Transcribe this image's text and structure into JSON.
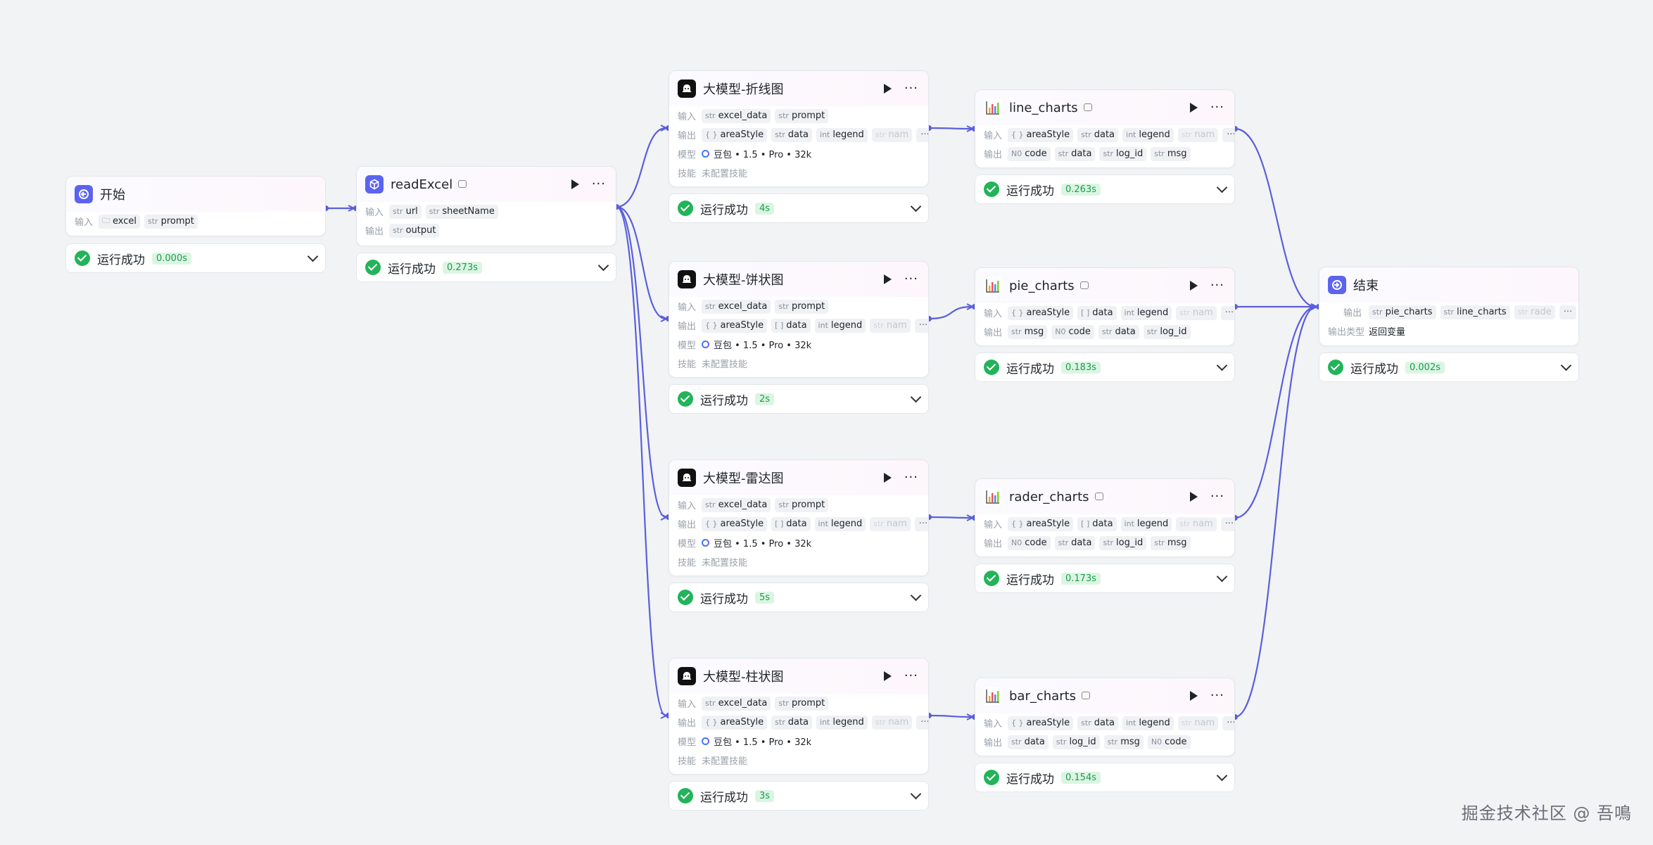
{
  "colors": {
    "edge": "#5a5fdc",
    "success": "#23b35a",
    "success_badge_bg": "#dcf5e3",
    "success_badge_text": "#1a9e4b",
    "accent": "#5b63f0"
  },
  "nodes": {
    "start": {
      "title": "开始",
      "icon": "start-icon",
      "input_label": "输入",
      "inputs": [
        {
          "type": "",
          "name": "excel",
          "icon": "folder-icon"
        },
        {
          "type": "str",
          "name": "prompt"
        }
      ],
      "status": "运行成功",
      "time": "0.000s"
    },
    "read_excel": {
      "title": "readExcel",
      "icon": "cube-icon",
      "input_label": "输入",
      "output_label": "输出",
      "inputs": [
        {
          "type": "str",
          "name": "url"
        },
        {
          "type": "str",
          "name": "sheetName"
        }
      ],
      "outputs": [
        {
          "type": "str",
          "name": "output"
        }
      ],
      "status": "运行成功",
      "time": "0.273s"
    },
    "llm_line": {
      "title": "大模型-折线图",
      "icon": "llm-icon",
      "input_label": "输入",
      "output_label": "输出",
      "model_label": "模型",
      "skill_label": "技能",
      "inputs": [
        {
          "type": "str",
          "name": "excel_data"
        },
        {
          "type": "str",
          "name": "prompt"
        }
      ],
      "outputs": [
        {
          "type": "{ }",
          "name": "areaStyle"
        },
        {
          "type": "str",
          "name": "data"
        },
        {
          "type": "int",
          "name": "legend"
        },
        {
          "type": "str",
          "name": "nam"
        }
      ],
      "more": "···",
      "model": "豆包 • 1.5 • Pro • 32k",
      "skill": "未配置技能",
      "status": "运行成功",
      "time": "4s"
    },
    "llm_pie": {
      "title": "大模型-饼状图",
      "icon": "llm-icon",
      "input_label": "输入",
      "output_label": "输出",
      "model_label": "模型",
      "skill_label": "技能",
      "inputs": [
        {
          "type": "str",
          "name": "excel_data"
        },
        {
          "type": "str",
          "name": "prompt"
        }
      ],
      "outputs": [
        {
          "type": "{ }",
          "name": "areaStyle"
        },
        {
          "type": "[ ]",
          "name": "data"
        },
        {
          "type": "int",
          "name": "legend"
        },
        {
          "type": "str",
          "name": "nam"
        }
      ],
      "more": "···",
      "model": "豆包 • 1.5 • Pro • 32k",
      "skill": "未配置技能",
      "status": "运行成功",
      "time": "2s"
    },
    "llm_radar": {
      "title": "大模型-雷达图",
      "icon": "llm-icon",
      "input_label": "输入",
      "output_label": "输出",
      "model_label": "模型",
      "skill_label": "技能",
      "inputs": [
        {
          "type": "str",
          "name": "excel_data"
        },
        {
          "type": "str",
          "name": "prompt"
        }
      ],
      "outputs": [
        {
          "type": "{ }",
          "name": "areaStyle"
        },
        {
          "type": "[ ]",
          "name": "data"
        },
        {
          "type": "int",
          "name": "legend"
        },
        {
          "type": "str",
          "name": "nam"
        }
      ],
      "more": "···",
      "model": "豆包 • 1.5 • Pro • 32k",
      "skill": "未配置技能",
      "status": "运行成功",
      "time": "5s"
    },
    "llm_bar": {
      "title": "大模型-柱状图",
      "icon": "llm-icon",
      "input_label": "输入",
      "output_label": "输出",
      "model_label": "模型",
      "skill_label": "技能",
      "inputs": [
        {
          "type": "str",
          "name": "excel_data"
        },
        {
          "type": "str",
          "name": "prompt"
        }
      ],
      "outputs": [
        {
          "type": "{ }",
          "name": "areaStyle"
        },
        {
          "type": "str",
          "name": "data"
        },
        {
          "type": "int",
          "name": "legend"
        },
        {
          "type": "str",
          "name": "nam"
        }
      ],
      "more": "···",
      "model": "豆包 • 1.5 • Pro • 32k",
      "skill": "未配置技能",
      "status": "运行成功",
      "time": "3s"
    },
    "line_charts": {
      "title": "line_charts",
      "icon": "chart-icon",
      "input_label": "输入",
      "output_label": "输出",
      "inputs": [
        {
          "type": "{ }",
          "name": "areaStyle"
        },
        {
          "type": "str",
          "name": "data"
        },
        {
          "type": "int",
          "name": "legend"
        },
        {
          "type": "str",
          "name": "nam"
        }
      ],
      "more": "···",
      "outputs": [
        {
          "type": "N0",
          "name": "code"
        },
        {
          "type": "str",
          "name": "data"
        },
        {
          "type": "str",
          "name": "log_id"
        },
        {
          "type": "str",
          "name": "msg"
        }
      ],
      "status": "运行成功",
      "time": "0.263s"
    },
    "pie_charts": {
      "title": "pie_charts",
      "icon": "chart-icon",
      "input_label": "输入",
      "output_label": "输出",
      "inputs": [
        {
          "type": "{ }",
          "name": "areaStyle"
        },
        {
          "type": "[ ]",
          "name": "data"
        },
        {
          "type": "int",
          "name": "legend"
        },
        {
          "type": "str",
          "name": "nam"
        }
      ],
      "more": "···",
      "outputs": [
        {
          "type": "str",
          "name": "msg"
        },
        {
          "type": "N0",
          "name": "code"
        },
        {
          "type": "str",
          "name": "data"
        },
        {
          "type": "str",
          "name": "log_id"
        }
      ],
      "status": "运行成功",
      "time": "0.183s"
    },
    "rader_charts": {
      "title": "rader_charts",
      "icon": "chart-icon",
      "input_label": "输入",
      "output_label": "输出",
      "inputs": [
        {
          "type": "{ }",
          "name": "areaStyle"
        },
        {
          "type": "[ ]",
          "name": "data"
        },
        {
          "type": "int",
          "name": "legend"
        },
        {
          "type": "str",
          "name": "nam"
        }
      ],
      "more": "···",
      "outputs": [
        {
          "type": "N0",
          "name": "code"
        },
        {
          "type": "str",
          "name": "data"
        },
        {
          "type": "str",
          "name": "log_id"
        },
        {
          "type": "str",
          "name": "msg"
        }
      ],
      "status": "运行成功",
      "time": "0.173s"
    },
    "bar_charts": {
      "title": "bar_charts",
      "icon": "chart-icon",
      "input_label": "输入",
      "output_label": "输出",
      "inputs": [
        {
          "type": "{ }",
          "name": "areaStyle"
        },
        {
          "type": "str",
          "name": "data"
        },
        {
          "type": "int",
          "name": "legend"
        },
        {
          "type": "str",
          "name": "nam"
        }
      ],
      "more": "···",
      "outputs": [
        {
          "type": "str",
          "name": "data"
        },
        {
          "type": "str",
          "name": "log_id"
        },
        {
          "type": "str",
          "name": "msg"
        },
        {
          "type": "N0",
          "name": "code"
        }
      ],
      "status": "运行成功",
      "time": "0.154s"
    },
    "end": {
      "title": "结束",
      "icon": "end-icon",
      "output_label": "输出",
      "output_type_label": "输出类型",
      "outputs": [
        {
          "type": "str",
          "name": "pie_charts"
        },
        {
          "type": "str",
          "name": "line_charts"
        },
        {
          "type": "str",
          "name": "rade"
        }
      ],
      "more": "···",
      "output_type": "返回变量",
      "status": "运行成功",
      "time": "0.002s"
    }
  },
  "watermark": "掘金技术社区 @ 吾鳴"
}
